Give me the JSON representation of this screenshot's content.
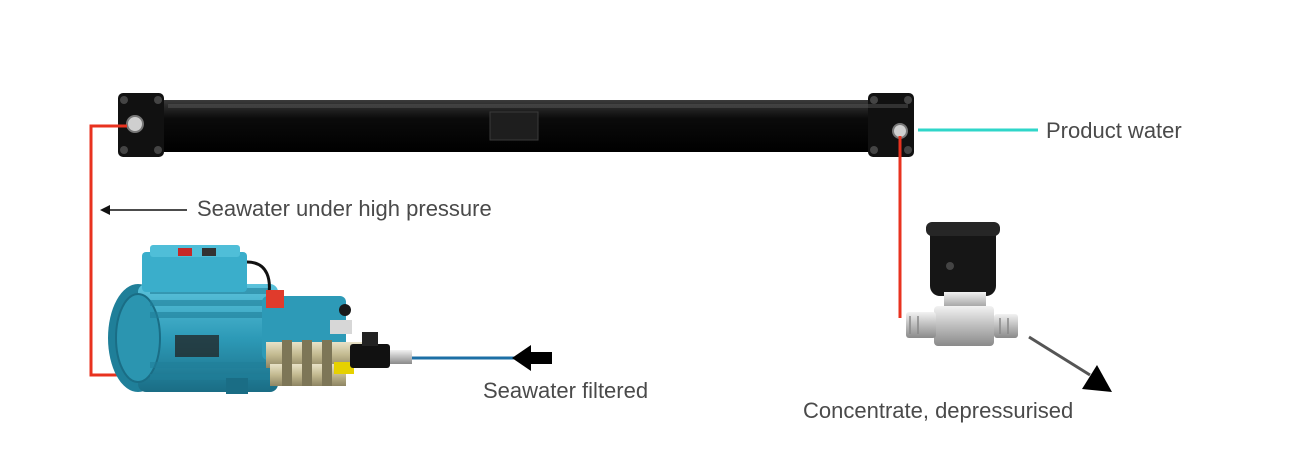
{
  "labels": {
    "high_pressure": "Seawater under high pressure",
    "product_water": "Product water",
    "seawater_filtered": "Seawater filtered",
    "concentrate": "Concentrate, depressurised"
  },
  "colors": {
    "high_pressure_line": "#e8321f",
    "product_line": "#2fd6c9",
    "filtered_line": "#1d6fa5",
    "pump_blue": "#2d9ab7",
    "membrane_body": "#0f0f0f",
    "text": "#4a4a4a"
  },
  "components": {
    "membrane": "membrane-vessel",
    "pump": "high-pressure-pump",
    "valve": "needle-valve"
  }
}
